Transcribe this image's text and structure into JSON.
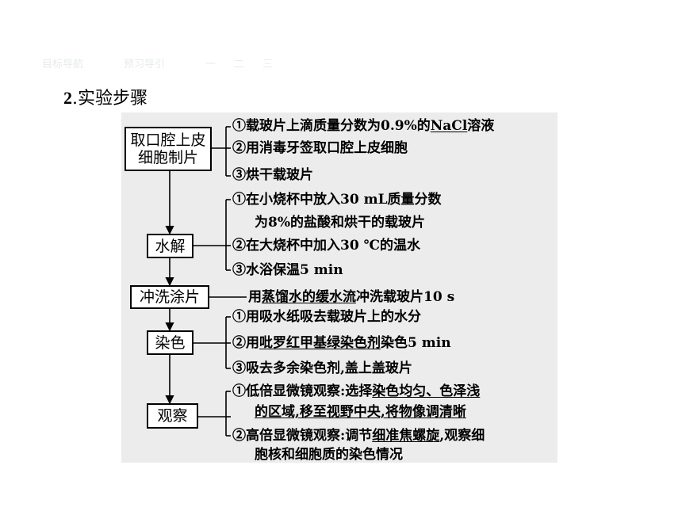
{
  "nav": {
    "items": [
      "目标导航",
      "预习导引",
      "一",
      "二",
      "三"
    ]
  },
  "heading": {
    "number": "2",
    "title": ".实验步骤"
  },
  "steps": [
    {
      "label_lines": [
        "取口腔上皮",
        "细胞制片"
      ]
    },
    {
      "label_lines": [
        "水解"
      ]
    },
    {
      "label_lines": [
        "冲洗涂片"
      ]
    },
    {
      "label_lines": [
        "染色"
      ]
    },
    {
      "label_lines": [
        "观察"
      ]
    }
  ],
  "details": {
    "s1_1a": "①载玻片上滴质量分数为0.9%的",
    "s1_1b": "NaCl",
    "s1_1c": "溶液",
    "s1_2": "②用消毒牙签取口腔上皮细胞",
    "s1_3": "③烘干载玻片",
    "s2_1a": "①在小烧杯中放入30 mL质量分数",
    "s2_1b": "为8%的盐酸和烘干的载玻片",
    "s2_2": "②在大烧杯中加入30 ℃的温水",
    "s2_3": "③水浴保温5 min",
    "s3_a": "用",
    "s3_b": "蒸馏水的缓水流",
    "s3_c": "冲洗载玻片10 s",
    "s4_1": "①用吸水纸吸去载玻片上的水分",
    "s4_2a": "②用",
    "s4_2b": "吡罗红甲基绿染色剂",
    "s4_2c": "染色5 min",
    "s4_3": "③吸去多余染色剂,盖上盖玻片",
    "s5_1a": "①低倍显微镜观察:选择",
    "s5_1b": "染色均匀、色泽浅",
    "s5_1c": "的区域,移至视野中央,将物像调清晰",
    "s5_2a": "②高倍显微镜观察:调节",
    "s5_2b": "细准焦螺旋",
    "s5_2c": ",观察细",
    "s5_2d": "胞核和细胞质的染色情况"
  }
}
